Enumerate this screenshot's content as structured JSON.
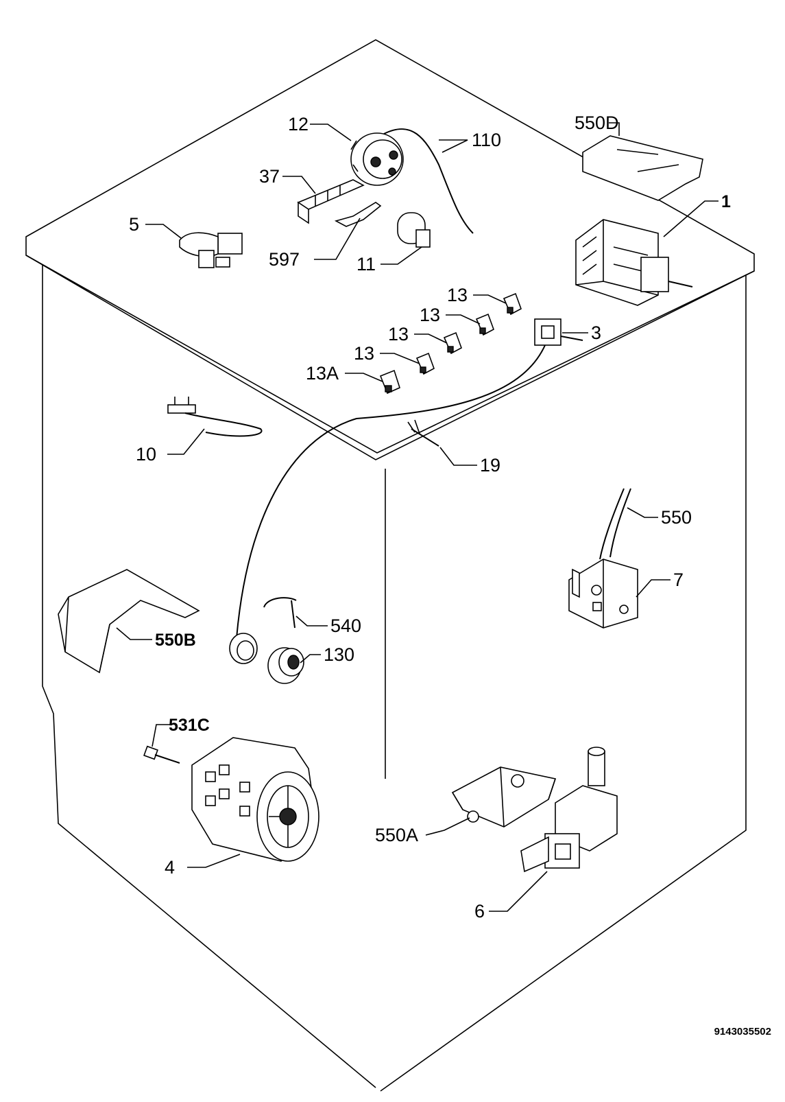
{
  "labels": {
    "l12": "12",
    "l110": "110",
    "l550D": "550D",
    "l37": "37",
    "l1": "1",
    "l5": "5",
    "l597": "597",
    "l11": "11",
    "l13a": "13",
    "l13b": "13",
    "l13c": "13",
    "l13d": "13",
    "l3": "3",
    "l13A": "13A",
    "l10": "10",
    "l19": "19",
    "l550": "550",
    "l7": "7",
    "l540": "540",
    "l550B": "550B",
    "l130": "130",
    "l531C": "531C",
    "l550A": "550A",
    "l4": "4",
    "l6": "6"
  },
  "document_id": "9143035502"
}
